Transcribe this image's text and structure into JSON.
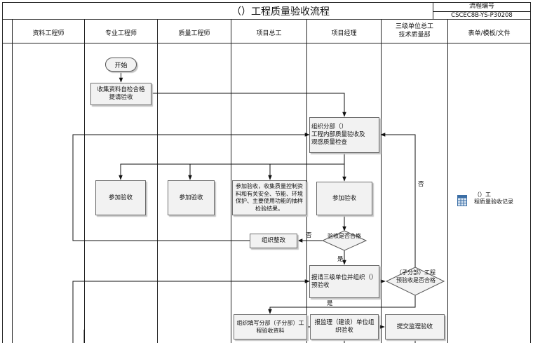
{
  "header": {
    "title": "（）工程质量验收流程",
    "process_no_label": "流程编号",
    "process_no_value": "CSCEC8B-YS-P30208"
  },
  "lanes": [
    "资料工程师",
    "专业工程师",
    "质量工程师",
    "项目总工",
    "项目经理",
    "三级单位总工\n技术质量部",
    "表单/模板/文件"
  ],
  "nodes": {
    "start": "开始",
    "collect_self_check": "收集资料自检合格\n提请验收",
    "internal_inspection": "组织分部（）\n工程内部质量验收及\n观感质量检查",
    "join_expert": "参加验收",
    "join_quality": "参加验收",
    "join_chief": "参加验收，收集质量控制资料和有关安全、节能、环境保护、主要使用功能的抽样检验结果。",
    "join_pm": "参加验收",
    "acceptance_decision": "验收是否合格",
    "rectify": "组织整改",
    "report_third_level": "报请三级单位并组织（）\n预验收",
    "pre_acceptance_decision": "（子分部）工程预验收是否合格",
    "fill_documents": "组织填写分部（子分部）工程验收资料",
    "report_supervision": "报监理（建设）单位组织验收",
    "submit_supervision": "提交监理验收"
  },
  "edge_labels": {
    "no_right": "否",
    "no_left": "否",
    "yes_down": "是",
    "yes_bottom": "是"
  },
  "documents": [
    {
      "label": "（）工\n程质量验收记录"
    }
  ]
}
